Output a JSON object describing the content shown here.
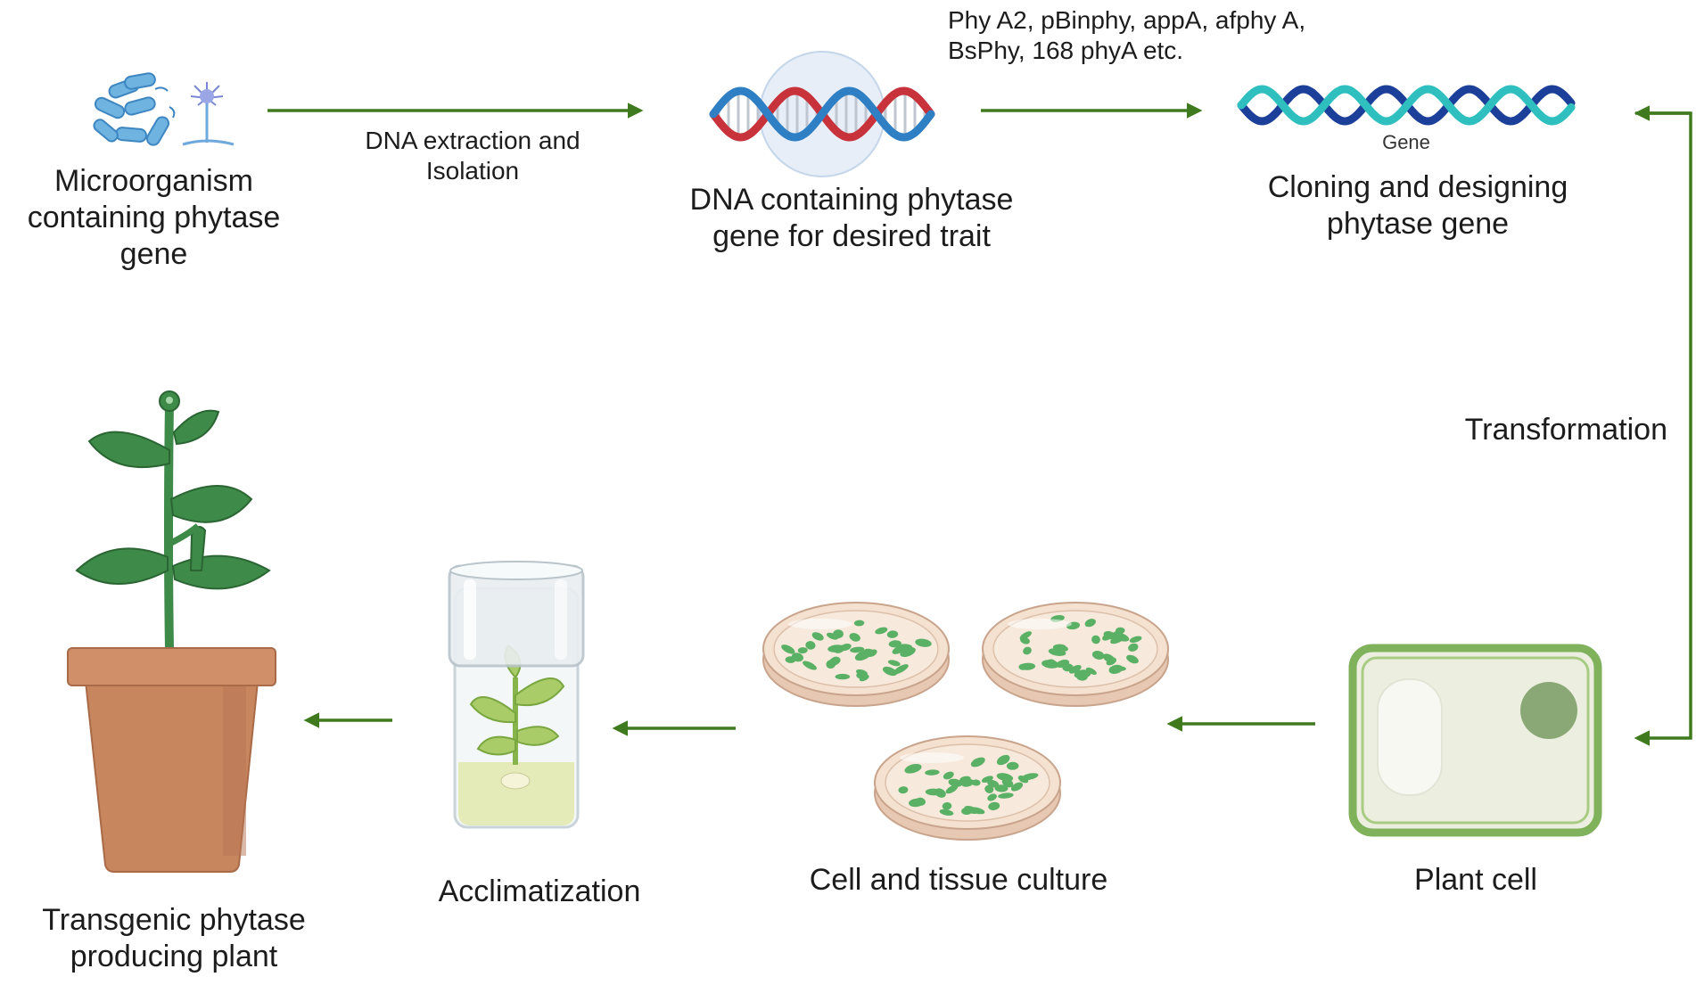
{
  "steps": {
    "microorganism": "Microorganism\ncontaining phytase\ngene",
    "dna": "DNA containing phytase\ngene for desired trait",
    "cloning": "Cloning and designing\nphytase gene",
    "plant_cell": "Plant cell",
    "culture": "Cell and tissue culture",
    "acclimatization": "Acclimatization",
    "transgenic": "Transgenic phytase\nproducing plant"
  },
  "arrows": {
    "extraction": "DNA extraction and\nIsolation",
    "genes": "Phy A2, pBinphy, appA, afphy A,\nBsPhy, 168 phyA etc.",
    "transformation": "Transformation"
  },
  "gene_caption": "Gene",
  "colors": {
    "arrow": "#3f7a1e",
    "dna_red": "#c8323a",
    "dna_blue": "#2f7fc4",
    "gene_dark": "#1c3f9a",
    "gene_teal": "#2fbfbf",
    "leaf": "#3e8a48",
    "pot": "#c8865f",
    "cell_wall": "#7fb25b",
    "cell_fill": "#ecefdf",
    "dish_fill": "#f4e1d0",
    "dish_dots": "#5ab064"
  }
}
